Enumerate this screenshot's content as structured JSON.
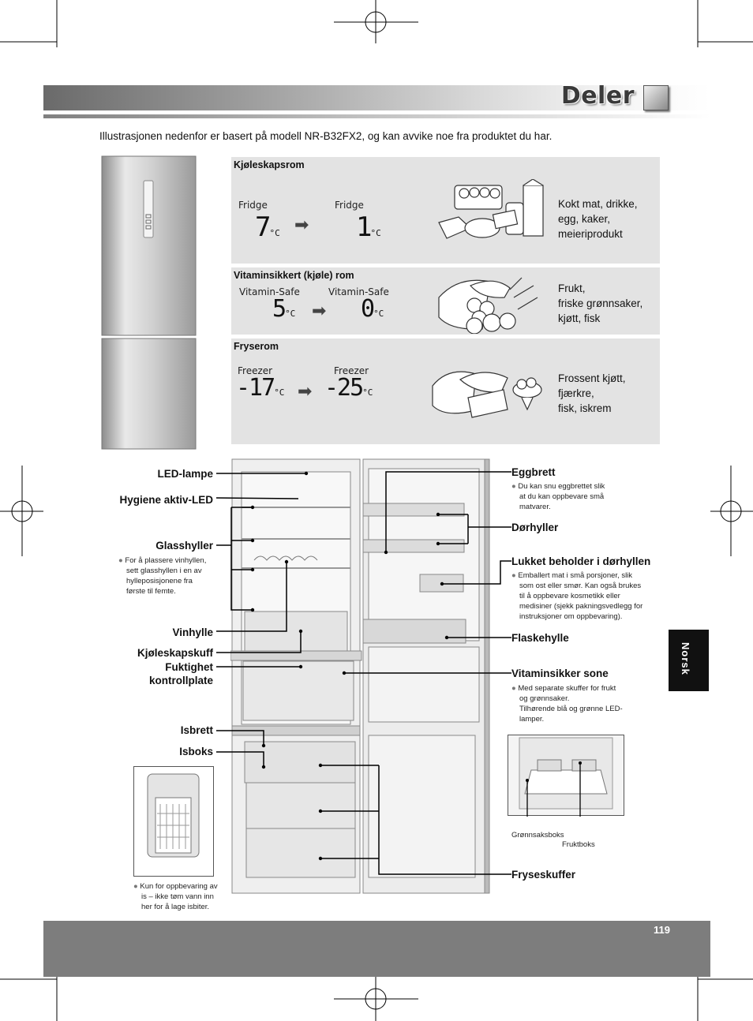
{
  "header": {
    "title": "Deler"
  },
  "intro": "Illustrasjonen nedenfor er basert på modell NR-B32FX2, og kan avvike noe fra produktet du har.",
  "compartments": [
    {
      "title": "Kjøleskapsrom",
      "label_a": "Fridge",
      "value_a": "7",
      "label_b": "Fridge",
      "value_b": "1",
      "unit": "°C",
      "foods": "Kokt mat, drikke, egg, kaker, meieriprodukt"
    },
    {
      "title": "Vitaminsikkert (kjøle) rom",
      "label_a": "Vitamin-Safe",
      "value_a": "5",
      "label_b": "Vitamin-Safe",
      "value_b": "0",
      "unit": "°C",
      "foods_lines": [
        "Frukt,",
        "friske grønnsaker,",
        "kjøtt, fisk"
      ]
    },
    {
      "title": "Fryserom",
      "label_a": "Freezer",
      "value_a": "-17",
      "label_b": "Freezer",
      "value_b": "-25",
      "unit": "°C",
      "foods_lines": [
        "Frossent kjøtt,",
        "fjærkre,",
        "fisk, iskrem"
      ]
    }
  ],
  "left_labels": {
    "led_lamp": "LED-lampe",
    "hygiene_led": "Hygiene aktiv-LED",
    "glass_shelves": "Glasshyller",
    "glass_note_lines": [
      "For å plassere vinhyllen,",
      "sett glasshyllen i en av",
      "hylleposisjonene fra",
      "første til femte."
    ],
    "wine_rack": "Vinhylle",
    "chill_drawer": "Kjøleskapskuff",
    "humidity_lines": [
      "Fuktighet",
      "kontrollplate"
    ],
    "ice_tray": "Isbrett",
    "ice_box": "Isboks",
    "ice_note_lines": [
      "Kun for oppbevaring av",
      "is – ikke tøm vann inn",
      "her for å lage isbiter."
    ]
  },
  "right_labels": {
    "egg_tray": "Eggbrett",
    "egg_note_lines": [
      "Du kan snu eggbrettet slik",
      "at du kan oppbevare små",
      "matvarer."
    ],
    "door_shelves": "Dørhyller",
    "closed_container": "Lukket beholder i dørhyllen",
    "container_note_lines": [
      "Emballert mat i små porsjoner, slik",
      "som ost eller smør. Kan også brukes",
      "til å oppbevare kosmetikk eller",
      "medisiner (sjekk pakningsvedlegg for",
      "instruksjoner om oppbevaring)."
    ],
    "bottle_shelf": "Flaskehylle",
    "vitamin_zone": "Vitaminsikker sone",
    "vitamin_note_lines": [
      "Med separate skuffer for frukt",
      "og grønnsaker.",
      "Tilhørende blå og grønne LED-",
      "lamper."
    ],
    "veg_box": "Grønnsaksboks",
    "fruit_box": "Fruktboks",
    "freezer_drawers": "Fryseskuffer"
  },
  "side_tab": "Norsk",
  "page_number": "119",
  "colors": {
    "panel": "#e3e3e3",
    "footer": "#7d7d7d",
    "tab": "#111111"
  }
}
